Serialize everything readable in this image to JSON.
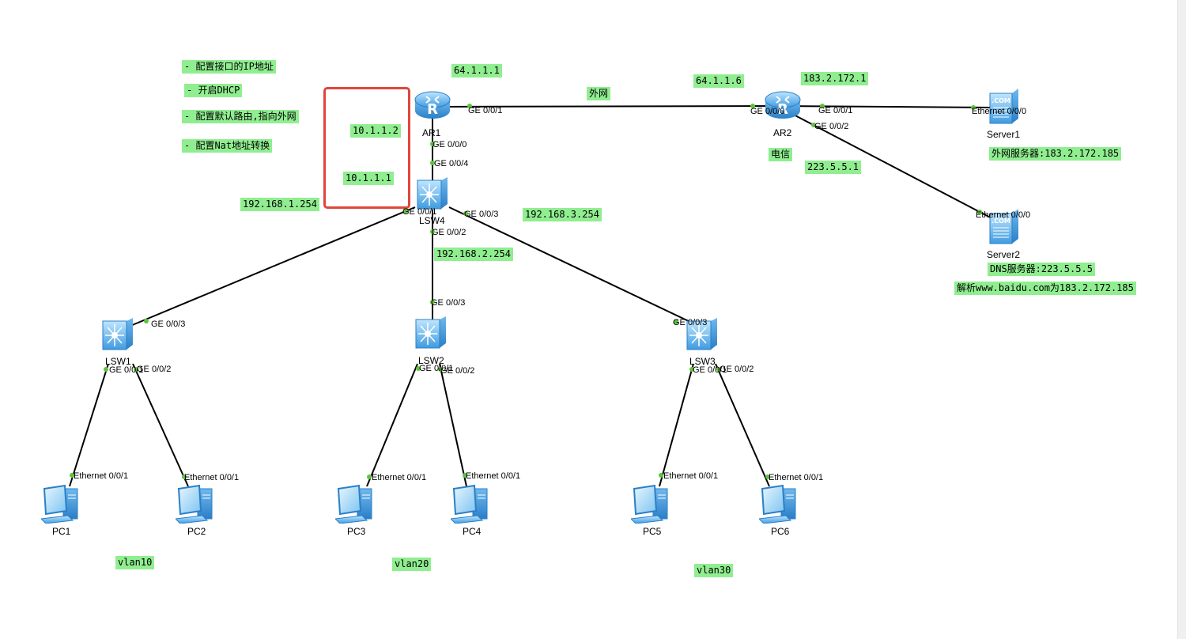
{
  "notes": {
    "config_ip": "- 配置接口的IP地址",
    "enable_dhcp": "- 开启DHCP",
    "default_route": "- 配置默认路由,指向外网",
    "nat": "- 配置Nat地址转换"
  },
  "ip_labels": {
    "ar1_wan": "64.1.1.1",
    "ar2_wan": "64.1.1.6",
    "ar2_server1_net": "183.2.172.1",
    "ar2_dns_net": "223.5.5.1",
    "ar1_lan": "10.1.1.2",
    "lsw4_uplink": "10.1.1.1",
    "vlan10_gw": "192.168.1.254",
    "vlan20_gw": "192.168.2.254",
    "vlan30_gw": "192.168.3.254"
  },
  "zone_labels": {
    "internet": "外网",
    "telecom": "电信"
  },
  "server_notes": {
    "server1": "外网服务器:183.2.172.185",
    "server2": "DNS服务器:223.5.5.5",
    "dns_resolve": "解析www.baidu.com为183.2.172.185"
  },
  "vlans": {
    "vlan10": "vlan10",
    "vlan20": "vlan20",
    "vlan30": "vlan30"
  },
  "devices": {
    "ar1": "AR1",
    "ar2": "AR2",
    "lsw4": "LSW4",
    "lsw1": "LSW1",
    "lsw2": "LSW2",
    "lsw3": "LSW3",
    "server1": "Server1",
    "server2": "Server2",
    "pc1": "PC1",
    "pc2": "PC2",
    "pc3": "PC3",
    "pc4": "PC4",
    "pc5": "PC5",
    "pc6": "PC6"
  },
  "ports": {
    "ar1_ge001": "GE 0/0/1",
    "ar1_ge000": "GE 0/0/0",
    "lsw4_ge004": "GE 0/0/4",
    "lsw4_ge001": "GE 0/0/1",
    "lsw4_ge003": "GE 0/0/3",
    "lsw4_ge002": "GE 0/0/2",
    "ar2_ge000": "GE 0/0/0",
    "ar2_ge001": "GE 0/0/1",
    "ar2_ge002": "GE 0/0/2",
    "server1_eth": "Ethernet 0/0/0",
    "server2_eth": "Ethernet 0/0/0",
    "lsw1_ge003": "GE 0/0/3",
    "lsw1_ge001": "GE 0/0/1",
    "lsw1_ge002": "GE 0/0/2",
    "lsw2_ge003": "GE 0/0/3",
    "lsw2_ge001": "GE 0/0/1",
    "lsw2_ge002": "GE 0/0/2",
    "lsw3_ge003": "GE 0/0/3",
    "lsw3_ge001": "GE 0/0/1",
    "lsw3_ge002": "GE 0/0/2",
    "pc1_eth": "Ethernet 0/0/1",
    "pc2_eth": "Ethernet 0/0/1",
    "pc3_eth": "Ethernet 0/0/1",
    "pc4_eth": "Ethernet 0/0/1",
    "pc5_eth": "Ethernet 0/0/1",
    "pc6_eth": "Ethernet 0/0/1"
  },
  "colors": {
    "note_bg": "#90ee90",
    "highlight_box": "#e0463a",
    "link": "#000000",
    "port_dot": "#5ec43a",
    "device_blue": "#4aa8e8"
  },
  "icons": {
    "router": "router-icon",
    "switch": "switch-icon",
    "server": "server-icon",
    "pc": "pc-icon"
  }
}
